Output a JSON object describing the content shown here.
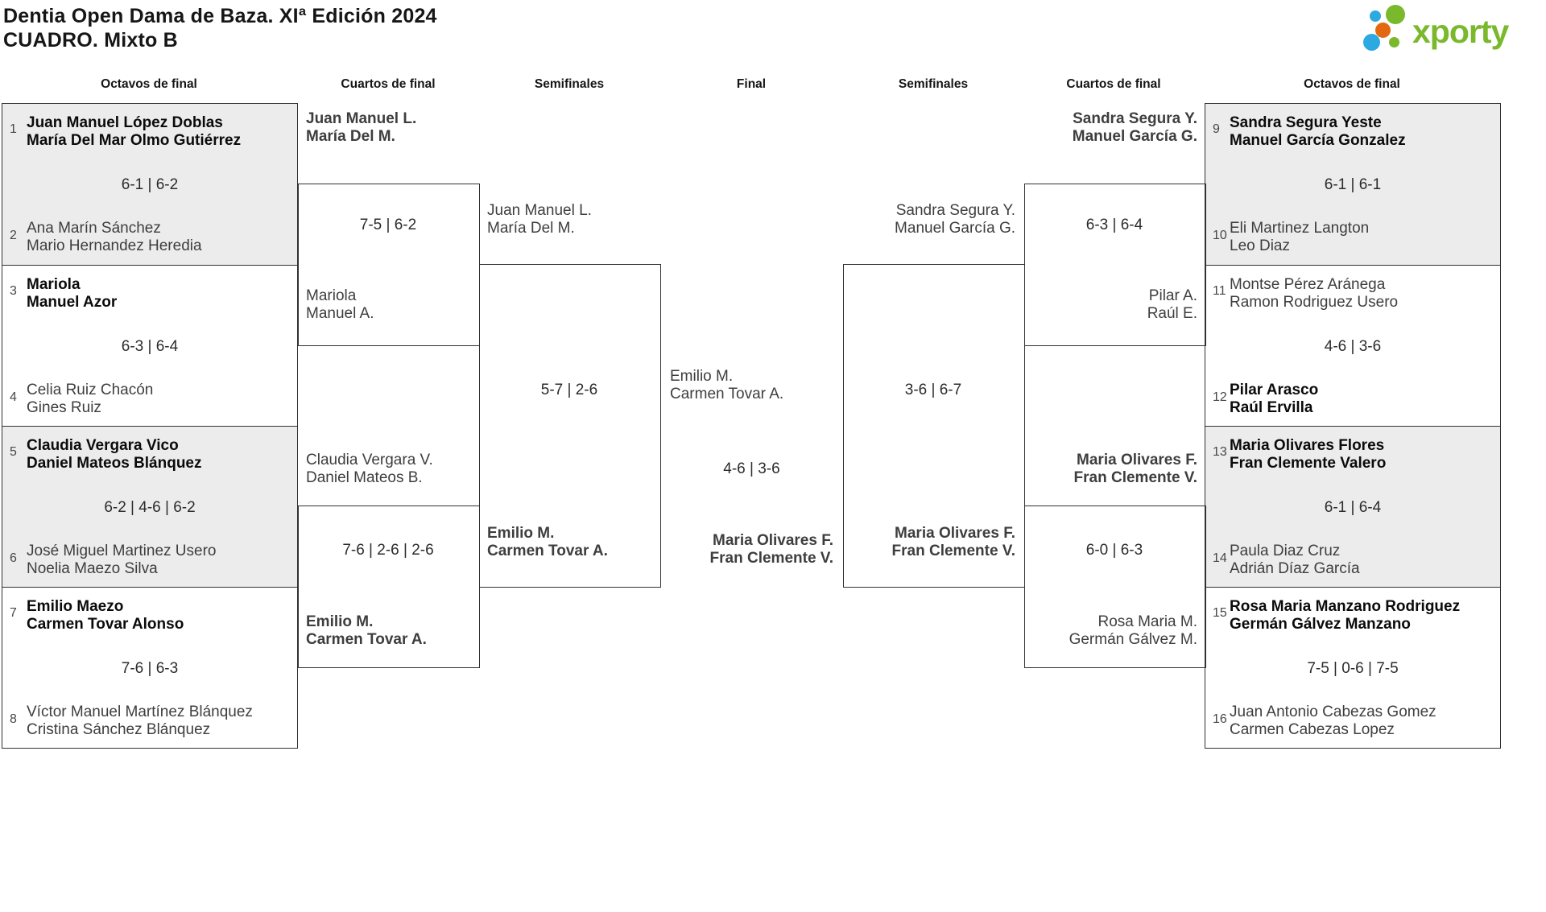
{
  "title": {
    "line1": "Dentia Open Dama de Baza. XIª Edición 2024",
    "line2": "CUADRO. Mixto B"
  },
  "logo": {
    "text": "xporty",
    "colors": {
      "green": "#7AB82C",
      "blue": "#2BA9E0",
      "orange": "#E2690F"
    }
  },
  "round_headers": {
    "h1": "Octavos de final",
    "h2": "Cuartos de final",
    "h3": "Semifinales",
    "h4": "Final",
    "h5": "Semifinales",
    "h6": "Cuartos de final",
    "h7": "Octavos de final"
  },
  "octavos_left": [
    {
      "seed_a": "1",
      "team_a_1": "Juan Manuel López Doblas",
      "team_a_2": "María Del Mar Olmo Gutiérrez",
      "score": "6-1 | 6-2",
      "seed_b": "2",
      "team_b_1": "Ana Marín Sánchez",
      "team_b_2": "Mario Hernandez Heredia"
    },
    {
      "seed_a": "3",
      "team_a_1": "Mariola",
      "team_a_2": "Manuel Azor",
      "score": "6-3 | 6-4",
      "seed_b": "4",
      "team_b_1": "Celia Ruiz Chacón",
      "team_b_2": "Gines Ruiz"
    },
    {
      "seed_a": "5",
      "team_a_1": "Claudia Vergara Vico",
      "team_a_2": "Daniel Mateos Blánquez",
      "score": "6-2 | 4-6 | 6-2",
      "seed_b": "6",
      "team_b_1": "José Miguel Martinez Usero",
      "team_b_2": "Noelia Maezo Silva"
    },
    {
      "seed_a": "7",
      "team_a_1": "Emilio Maezo",
      "team_a_2": "Carmen Tovar Alonso",
      "score": "7-6 | 6-3",
      "seed_b": "8",
      "team_b_1": "Víctor Manuel Martínez Blánquez",
      "team_b_2": "Cristina Sánchez Blánquez"
    }
  ],
  "octavos_right": [
    {
      "seed_a": "9",
      "team_a_1": "Sandra Segura Yeste",
      "team_a_2": "Manuel García Gonzalez",
      "score": "6-1 | 6-1",
      "seed_b": "10",
      "team_b_1": "Eli Martinez Langton",
      "team_b_2": "Leo Diaz"
    },
    {
      "seed_a": "11",
      "team_a_1": "Montse Pérez Aránega",
      "team_a_2": "Ramon Rodriguez Usero",
      "score": "4-6 | 3-6",
      "seed_b": "12",
      "team_b_1": "Pilar Arasco",
      "team_b_2": "Raúl Ervilla"
    },
    {
      "seed_a": "13",
      "team_a_1": "Maria Olivares Flores",
      "team_a_2": "Fran Clemente Valero",
      "score": "6-1 | 6-4",
      "seed_b": "14",
      "team_b_1": "Paula Diaz Cruz",
      "team_b_2": "Adrián Díaz García"
    },
    {
      "seed_a": "15",
      "team_a_1": "Rosa Maria Manzano Rodriguez",
      "team_a_2": "Germán Gálvez Manzano",
      "score": "7-5 | 0-6 | 7-5",
      "seed_b": "16",
      "team_b_1": "Juan Antonio Cabezas Gomez",
      "team_b_2": "Carmen Cabezas Lopez"
    }
  ],
  "cuartos_left": [
    {
      "p1_1": "Juan Manuel L.",
      "p1_2": "María Del M.",
      "score": "7-5 | 6-2",
      "p2_1": "Mariola",
      "p2_2": "Manuel A."
    },
    {
      "p1_1": "Claudia Vergara V.",
      "p1_2": "Daniel Mateos B.",
      "score": "7-6 | 2-6 | 2-6",
      "p2_1": "Emilio M.",
      "p2_2": "Carmen Tovar A."
    }
  ],
  "cuartos_right": [
    {
      "p1_1": "Sandra Segura Y.",
      "p1_2": "Manuel García G.",
      "score": "6-3 | 6-4",
      "p2_1": "Pilar A.",
      "p2_2": "Raúl E."
    },
    {
      "p1_1": "Maria Olivares F.",
      "p1_2": "Fran Clemente V.",
      "score": "6-0 | 6-3",
      "p2_1": "Rosa Maria M.",
      "p2_2": "Germán Gálvez M."
    }
  ],
  "semi_left": {
    "p1_1": "Juan Manuel L.",
    "p1_2": "María Del M.",
    "score": "5-7 | 2-6",
    "p2_1": "Emilio M.",
    "p2_2": "Carmen Tovar A."
  },
  "semi_right": {
    "p1_1": "Sandra Segura Y.",
    "p1_2": "Manuel García G.",
    "score": "3-6 | 6-7",
    "p2_1": "Maria Olivares F.",
    "p2_2": "Fran Clemente V."
  },
  "final": {
    "p1_1": "Emilio M.",
    "p1_2": "Carmen Tovar A.",
    "score": "4-6 | 3-6",
    "p2_1": "Maria Olivares F.",
    "p2_2": "Fran Clemente V."
  }
}
